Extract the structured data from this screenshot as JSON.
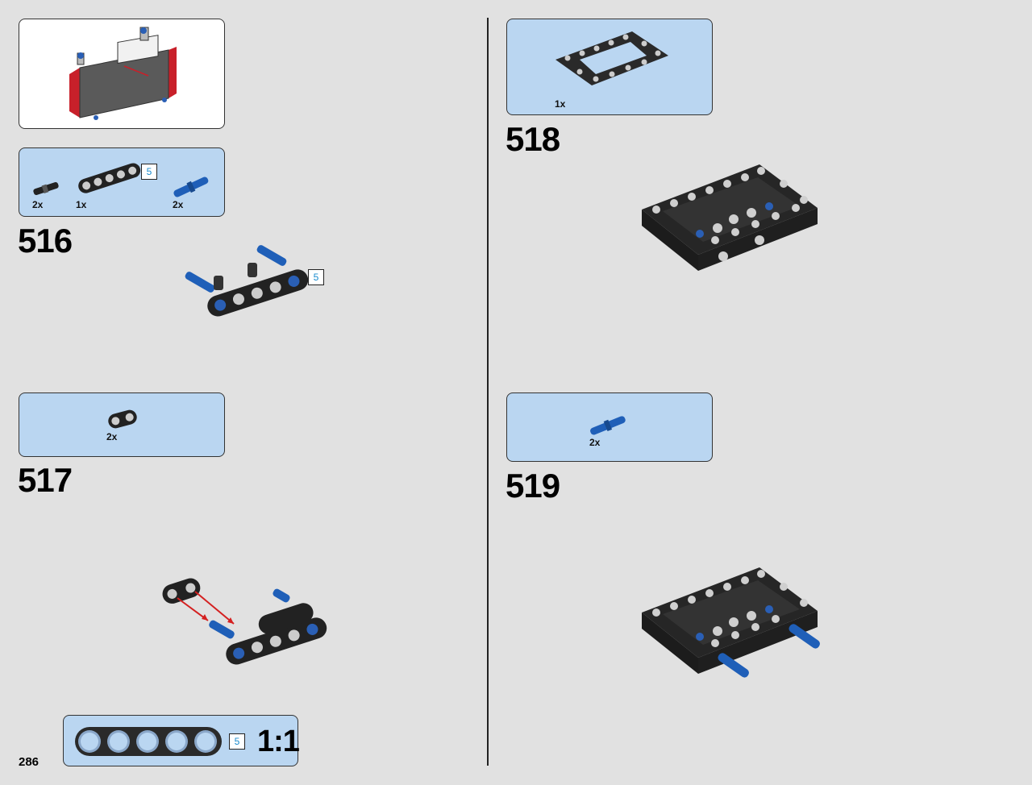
{
  "page_number": "286",
  "preview_model": {
    "description_icon": "assembled-model-preview"
  },
  "steps": [
    {
      "number": "516",
      "parts": [
        {
          "qty": "2x",
          "icon": "friction-pin-black"
        },
        {
          "qty": "1x",
          "icon": "beam-5-black",
          "length": "5"
        },
        {
          "qty": "2x",
          "icon": "axle-pin-blue"
        }
      ],
      "callout_length": "5"
    },
    {
      "number": "517",
      "parts": [
        {
          "qty": "2x",
          "icon": "beam-2-black"
        }
      ]
    },
    {
      "number": "518",
      "parts": [
        {
          "qty": "1x",
          "icon": "frame-5x7-black"
        }
      ]
    },
    {
      "number": "519",
      "parts": [
        {
          "qty": "2x",
          "icon": "axle-pin-blue"
        }
      ]
    }
  ],
  "scale_panel": {
    "length": "5",
    "ratio": "1:1"
  },
  "colors": {
    "background": "#e1e1e1",
    "parts_panel": "#bad6f1",
    "lego_black": "#222222",
    "lego_blue": "#1f5fb8",
    "arrow_red": "#d42020"
  }
}
